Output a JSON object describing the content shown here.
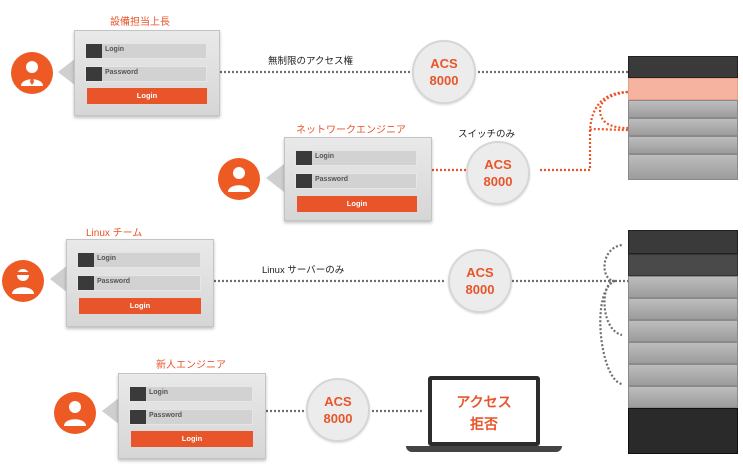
{
  "roles": [
    {
      "title": "設備担当上長",
      "connection_label": "無制限のアクセス権"
    },
    {
      "title": "ネットワークエンジニア",
      "connection_label": "スイッチのみ"
    },
    {
      "title": "Linux チーム",
      "connection_label": "Linux サーバーのみ"
    },
    {
      "title": "新人エンジニア",
      "connection_label": ""
    }
  ],
  "login_form": {
    "login_placeholder": "Login",
    "password_placeholder": "Password",
    "button_label": "Login"
  },
  "acs": {
    "line1": "ACS",
    "line2": "8000"
  },
  "denied": {
    "line1": "アクセス",
    "line2": "拒否"
  },
  "colors": {
    "accent": "#ee5a24",
    "highlight": "#f6b4a0"
  }
}
